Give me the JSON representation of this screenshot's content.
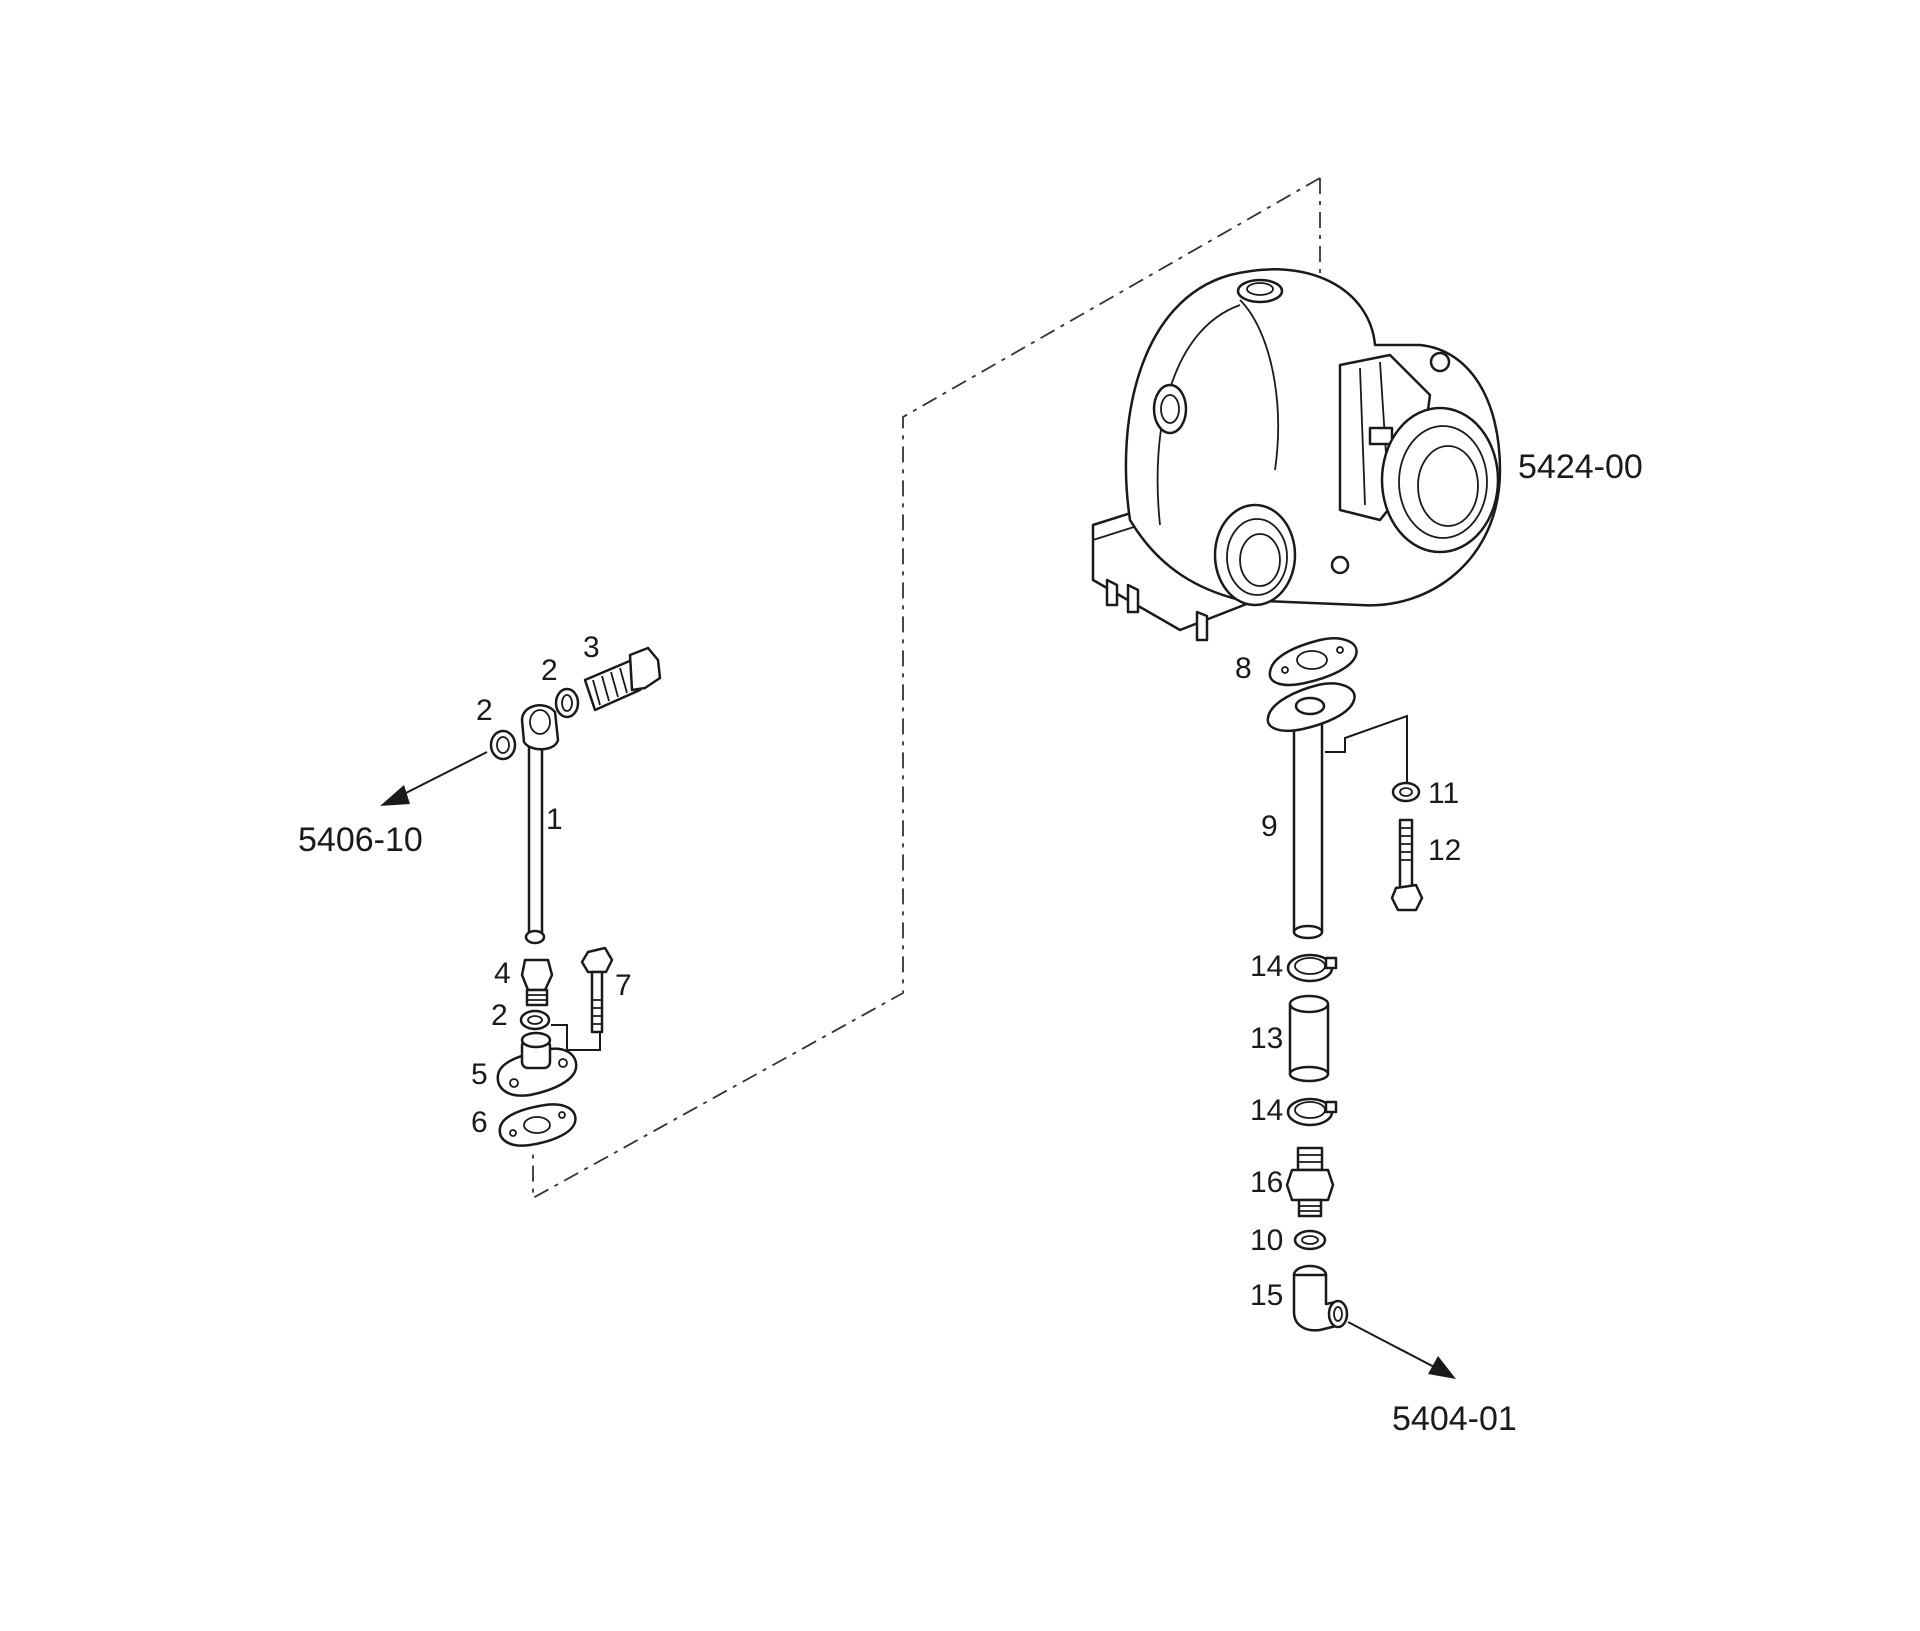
{
  "diagram": {
    "references": {
      "turbo_ref": "5424-00",
      "left_arrow_ref": "5406-10",
      "bottom_arrow_ref": "5404-01"
    },
    "callouts": {
      "c1": "1",
      "c2a": "2",
      "c2b": "2",
      "c2c": "2",
      "c3": "3",
      "c4": "4",
      "c5": "5",
      "c6": "6",
      "c7": "7",
      "c8": "8",
      "c9": "9",
      "c10": "10",
      "c11": "11",
      "c12": "12",
      "c13": "13",
      "c14a": "14",
      "c14b": "14",
      "c15": "15",
      "c16": "16"
    }
  }
}
